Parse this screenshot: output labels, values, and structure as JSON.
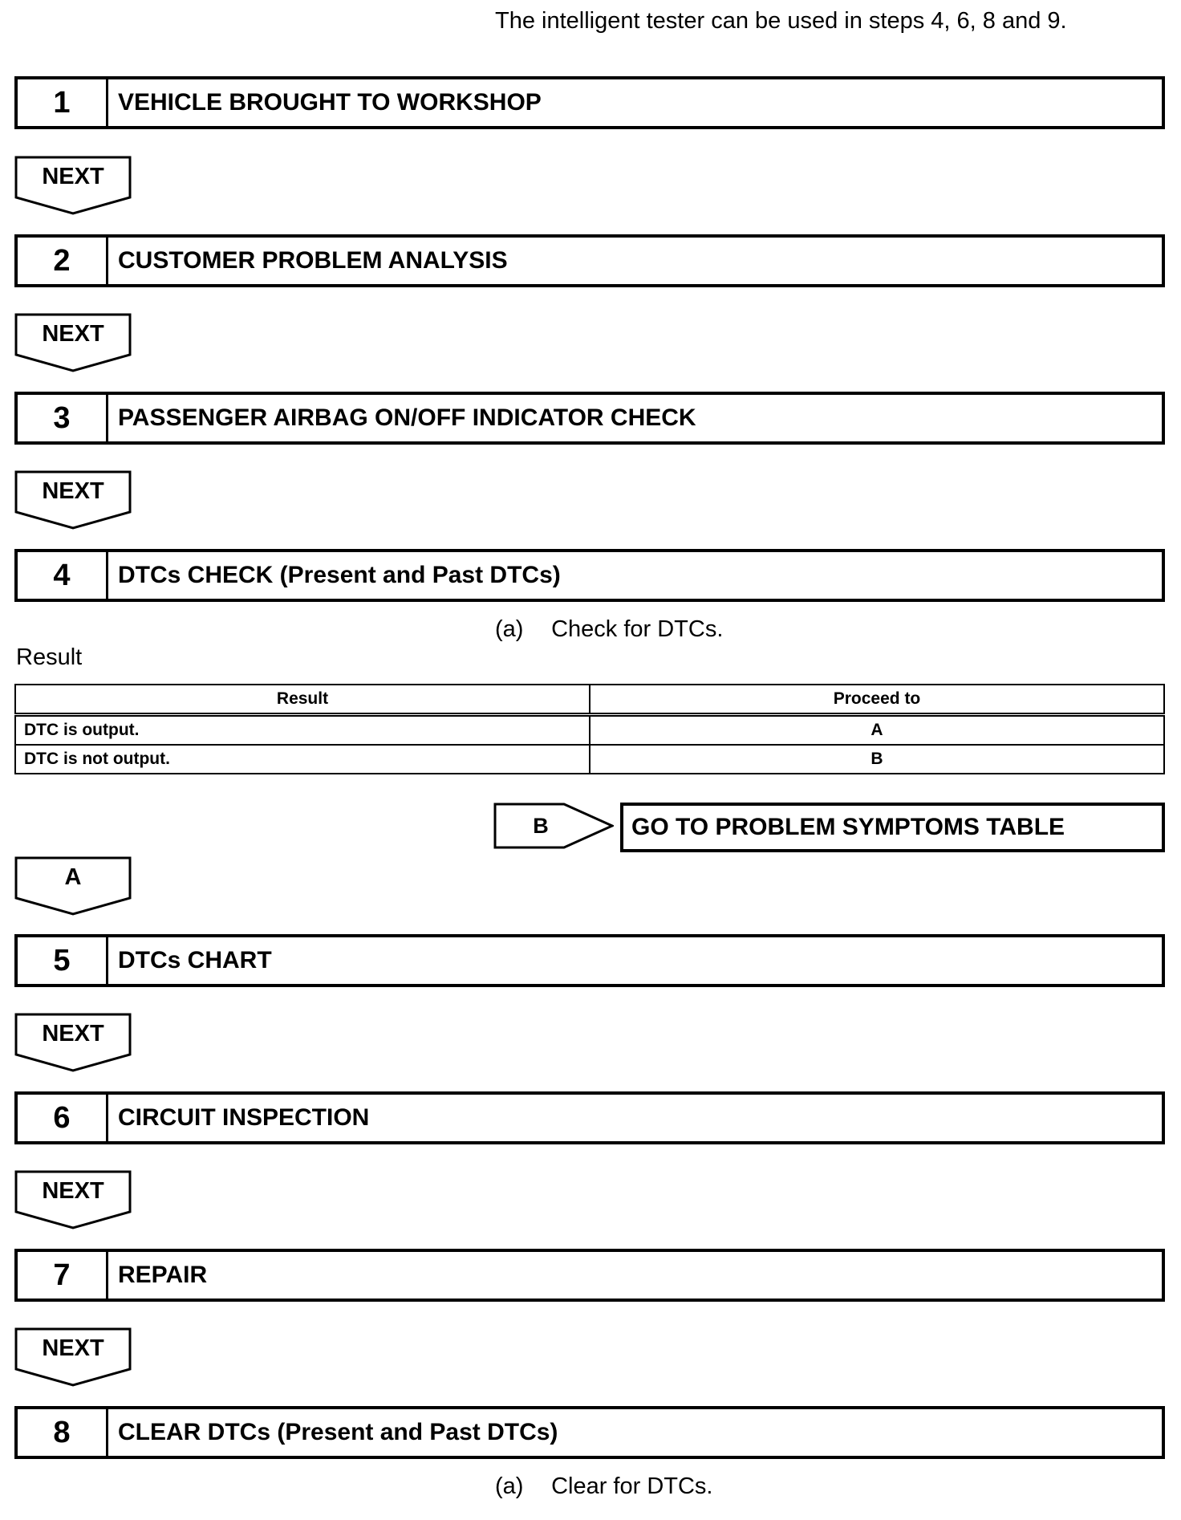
{
  "intro": "The intelligent tester can be used in steps 4, 6, 8 and 9.",
  "steps": [
    {
      "num": "1",
      "title": "VEHICLE BROUGHT TO WORKSHOP"
    },
    {
      "num": "2",
      "title": "CUSTOMER PROBLEM ANALYSIS"
    },
    {
      "num": "3",
      "title": "PASSENGER AIRBAG ON/OFF INDICATOR CHECK"
    },
    {
      "num": "4",
      "title": "DTCs CHECK (Present and Past DTCs)"
    },
    {
      "num": "5",
      "title": "DTCs CHART"
    },
    {
      "num": "6",
      "title": "CIRCUIT INSPECTION"
    },
    {
      "num": "7",
      "title": "REPAIR"
    },
    {
      "num": "8",
      "title": "CLEAR DTCs (Present and Past DTCs)"
    }
  ],
  "arrows": {
    "next": "NEXT",
    "a": "A",
    "b": "B"
  },
  "step4_sub": {
    "label": "(a)",
    "text": "Check for DTCs."
  },
  "step8_sub": {
    "label": "(a)",
    "text": "Clear for DTCs."
  },
  "result_heading": "Result",
  "result_table": {
    "headers": [
      "Result",
      "Proceed to"
    ],
    "rows": [
      [
        "DTC is output.",
        "A"
      ],
      [
        "DTC is not output.",
        "B"
      ]
    ]
  },
  "goto_b": "GO TO PROBLEM SYMPTOMS TABLE"
}
